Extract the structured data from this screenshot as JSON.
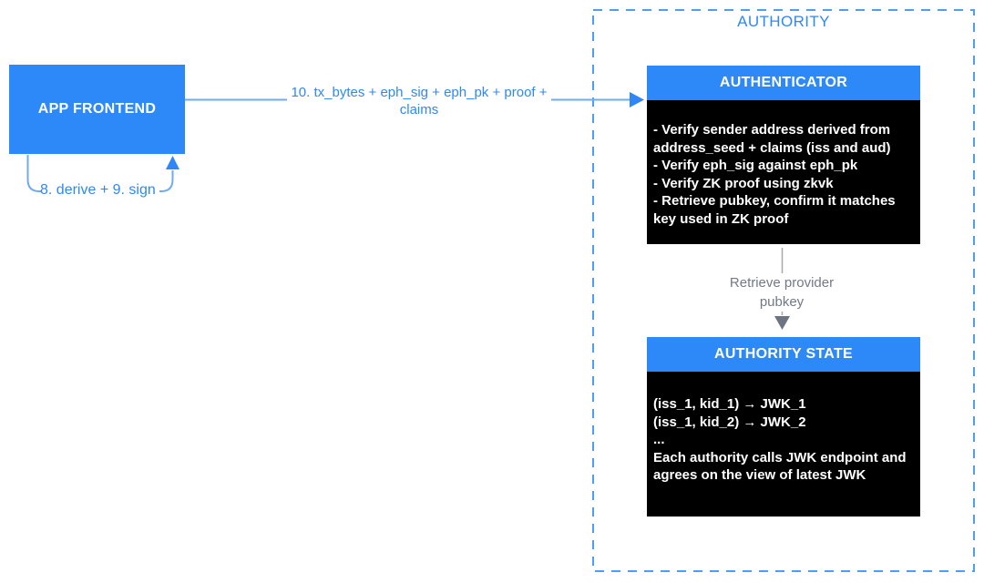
{
  "colors": {
    "blue": "#2E89F8",
    "blue_text": "#2F88F8",
    "light_blue_line": "#70AAF3",
    "arrowhead_blue": "#2E86F7",
    "dashed_border": "#4F9DF7",
    "black": "#000000",
    "gray_line": "#A5A9AF",
    "gray_arrowhead": "#6D7580",
    "gray_text": "#727986",
    "white": "#FFFFFF"
  },
  "app_frontend": {
    "title": "APP FRONTEND"
  },
  "main_arrow": {
    "label_line1": "10. tx_bytes + eph_sig + eph_pk + proof +",
    "label_line2": "claims"
  },
  "loop_arrow": {
    "label": "8. derive + 9. sign"
  },
  "authority": {
    "label": "AUTHORITY",
    "authenticator": {
      "title": "AUTHENTICATOR",
      "items": [
        "- Verify sender address derived from address_seed + claims (iss and aud)",
        "- Verify eph_sig against eph_pk",
        "- Verify ZK proof using zkvk",
        "- Retrieve pubkey, confirm it matches key used in ZK proof"
      ]
    },
    "retrieve_arrow": {
      "label_line1": "Retrieve provider",
      "label_line2": "pubkey"
    },
    "authority_state": {
      "title": "AUTHORITY STATE",
      "items": [
        "(iss_1, kid_1) → JWK_1",
        "(iss_1, kid_2) → JWK_2",
        "...",
        "Each authority calls JWK endpoint and agrees on the view of latest JWK"
      ]
    }
  }
}
